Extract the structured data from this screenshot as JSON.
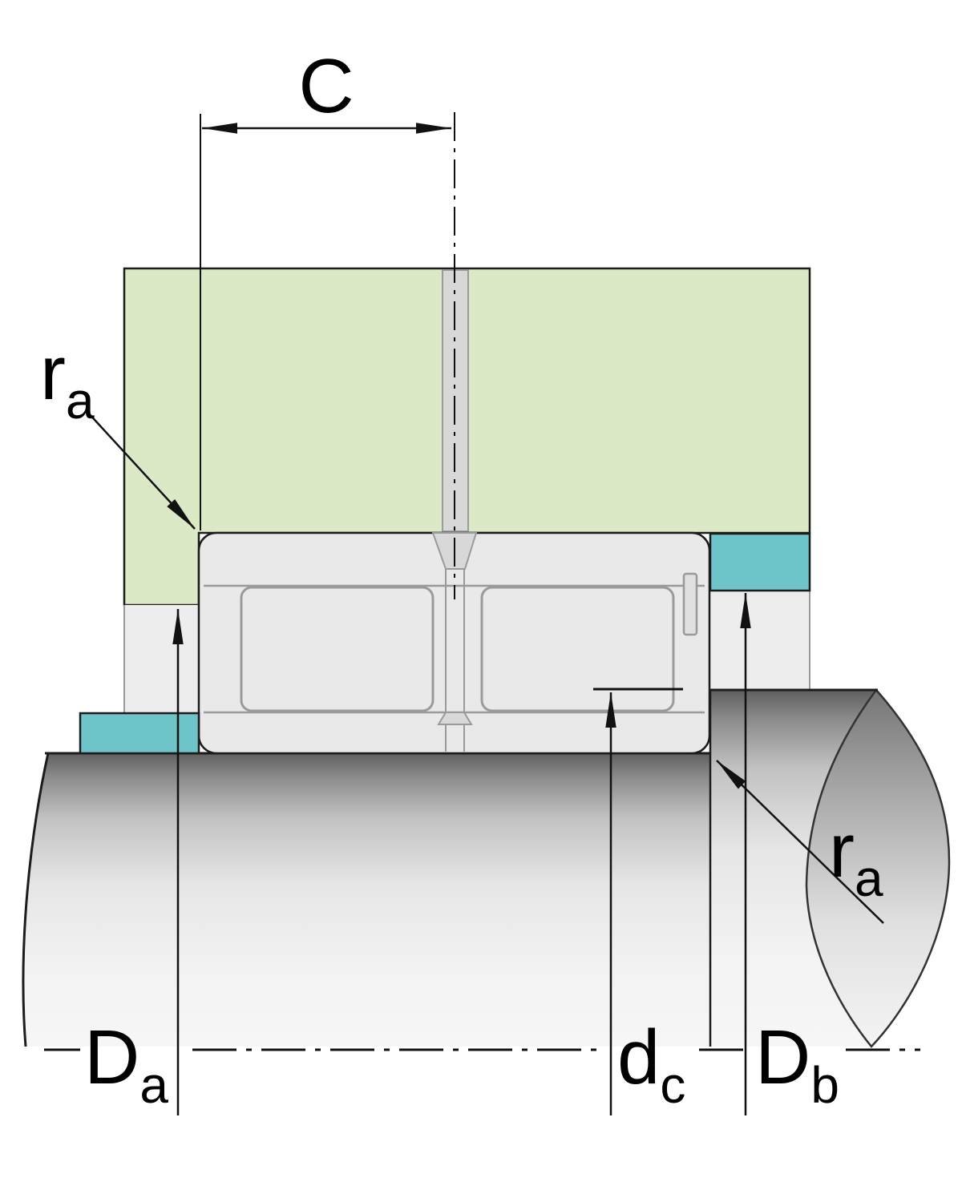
{
  "labels": {
    "width": "C",
    "fillet_top": {
      "base": "r",
      "sub": "a"
    },
    "fillet_bottom": {
      "base": "r",
      "sub": "a"
    },
    "housing_shoulder_dia": {
      "base": "D",
      "sub": "a"
    },
    "recess_dia": {
      "base": "d",
      "sub": "c"
    },
    "housing_recess_dia": {
      "base": "D",
      "sub": "b"
    }
  },
  "colors": {
    "housing": "#dce9c6",
    "locating_ring": "#6ec5c9",
    "bearing": "#e9e9e9",
    "channel": "#d8d8d8",
    "gap": "#ededed",
    "outline": "#1c1c1c",
    "detail_line": "#9a9a9a"
  }
}
